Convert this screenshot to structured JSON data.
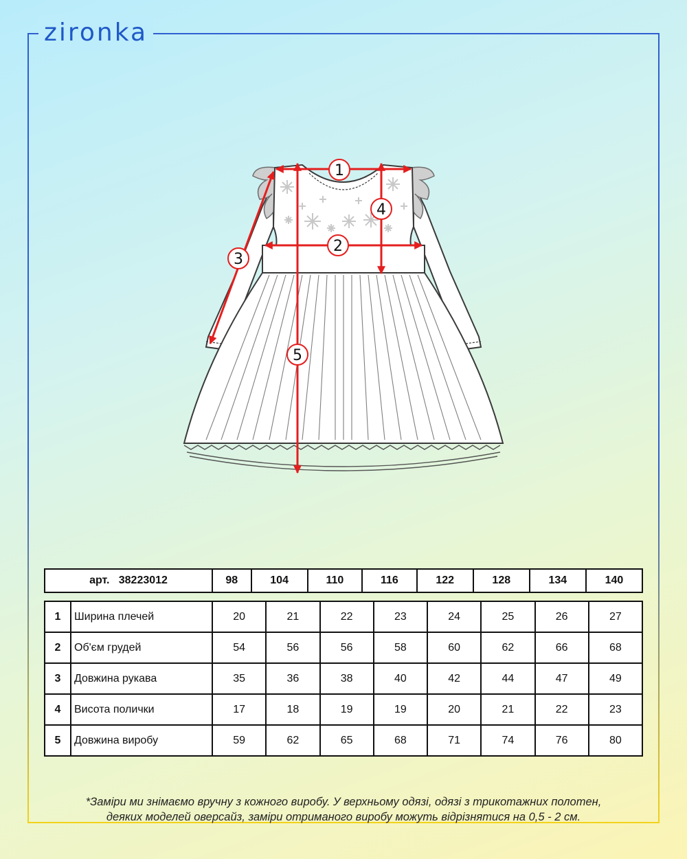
{
  "brand": {
    "logo": "zironka"
  },
  "diagram": {
    "markers": [
      "1",
      "2",
      "3",
      "4",
      "5"
    ],
    "colors": {
      "arrow": "#e41e1e",
      "outline": "#3a3a3a",
      "fabric": "#ffffff",
      "snowflake": "#c8c8c8"
    }
  },
  "table": {
    "art_label": "арт.",
    "art_number": "38223012",
    "sizes": [
      "98",
      "104",
      "110",
      "116",
      "122",
      "128",
      "134",
      "140"
    ],
    "rows": [
      {
        "num": "1",
        "label": "Ширина плечей",
        "values": [
          "20",
          "21",
          "22",
          "23",
          "24",
          "25",
          "26",
          "27"
        ]
      },
      {
        "num": "2",
        "label": "Об'єм грудей",
        "values": [
          "54",
          "56",
          "56",
          "58",
          "60",
          "62",
          "66",
          "68"
        ]
      },
      {
        "num": "3",
        "label": "Довжина рукава",
        "values": [
          "35",
          "36",
          "38",
          "40",
          "42",
          "44",
          "47",
          "49"
        ]
      },
      {
        "num": "4",
        "label": "Висота полички",
        "values": [
          "17",
          "18",
          "19",
          "19",
          "20",
          "21",
          "22",
          "23"
        ]
      },
      {
        "num": "5",
        "label": "Довжина виробу",
        "values": [
          "59",
          "62",
          "65",
          "68",
          "71",
          "74",
          "76",
          "80"
        ]
      }
    ]
  },
  "footnote": {
    "line1": "*Заміри ми знімаємо вручну з кожного виробу. У верхньому одязі, одязі з трикотажних полотен,",
    "line2": "деяких моделей оверсайз, заміри отриманого виробу можуть відрізнятися на 0,5 - 2 см."
  }
}
